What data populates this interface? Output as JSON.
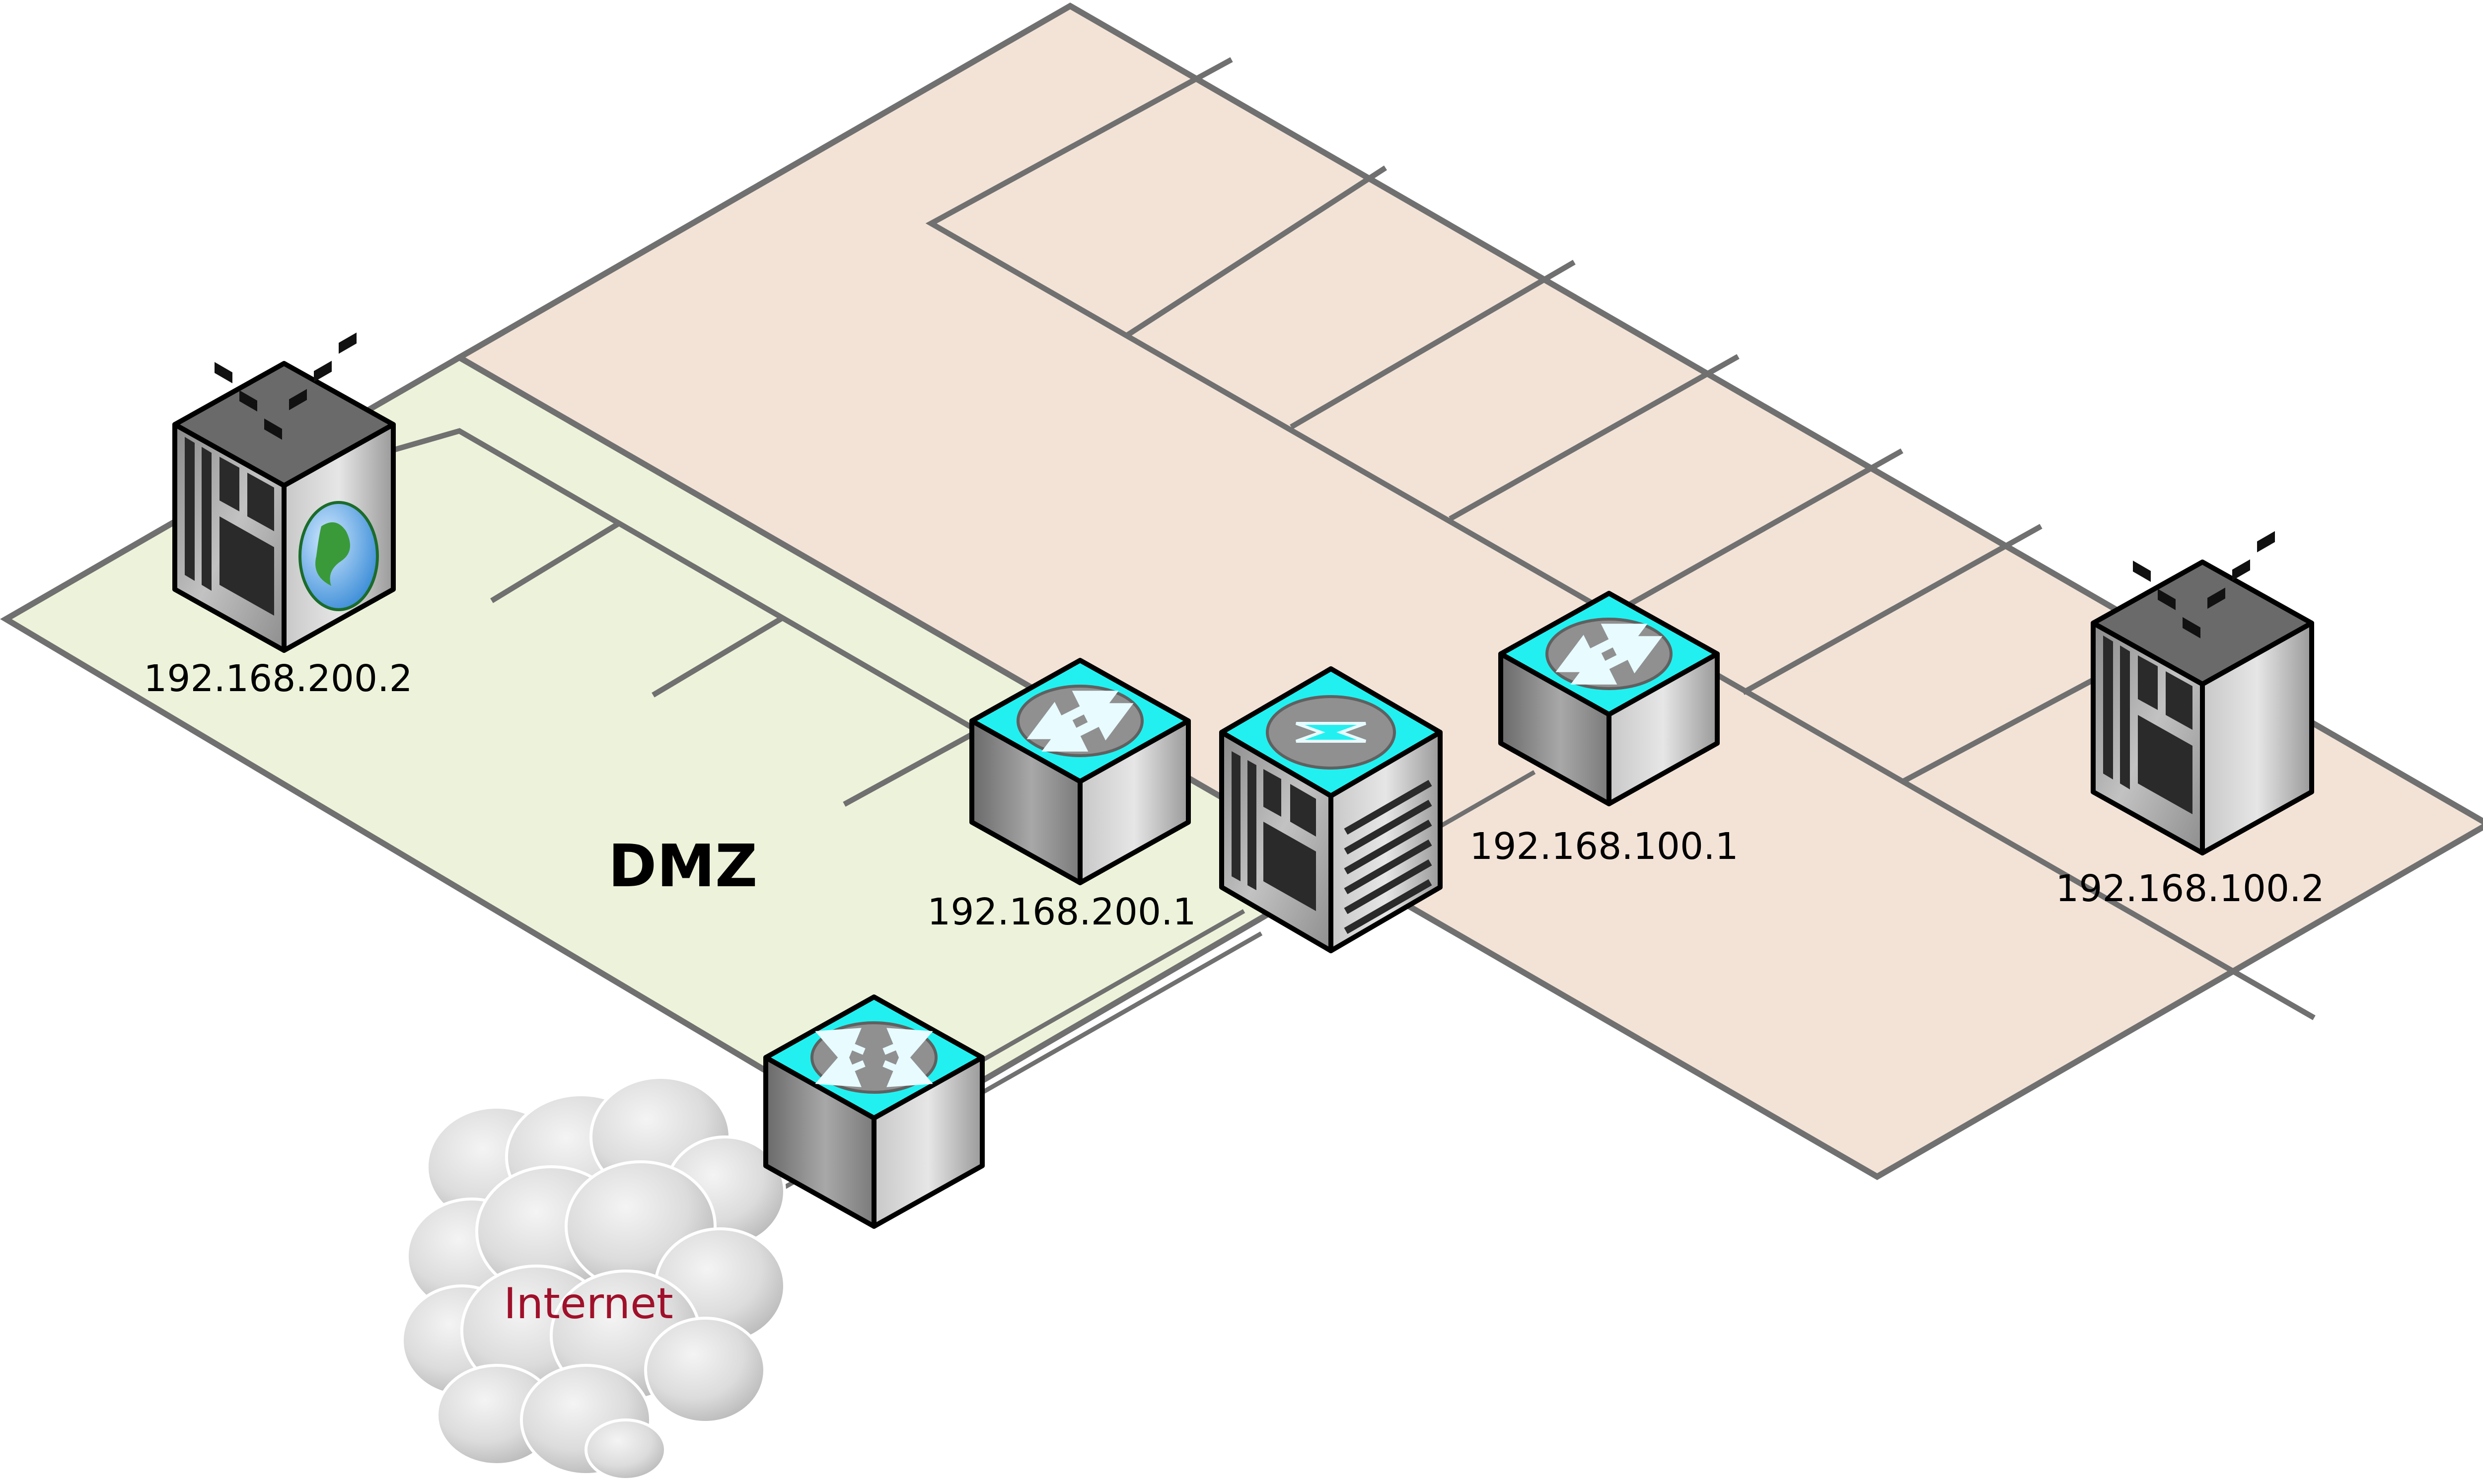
{
  "zones": {
    "dmz": {
      "label": "DMZ",
      "fill": "#edf3da"
    },
    "internal": {
      "label": "",
      "fill": "#f3e3d7"
    }
  },
  "devices": {
    "web_server": {
      "ip": "192.168.200.2",
      "icon": "web-server-icon"
    },
    "dmz_switch": {
      "ip": "192.168.200.1",
      "icon": "switch-icon"
    },
    "firewall": {
      "icon": "firewall-icon"
    },
    "lan_switch": {
      "ip": "192.168.100.1",
      "icon": "switch-icon"
    },
    "lan_server": {
      "ip": "192.168.100.2",
      "icon": "server-icon"
    },
    "router": {
      "icon": "router-icon"
    },
    "internet": {
      "label": "Internet",
      "icon": "cloud-icon"
    }
  },
  "colors": {
    "device_top": "#22f0f0",
    "zone_border": "#707070",
    "internet_text": "#a0102a"
  }
}
